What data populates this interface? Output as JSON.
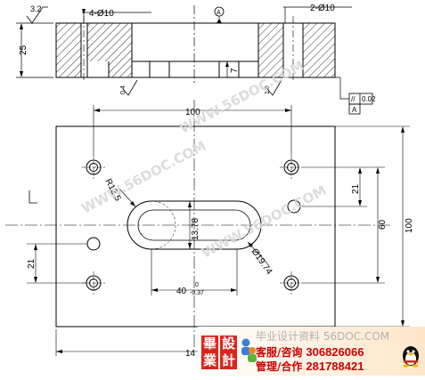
{
  "drawing": {
    "roughness_top": "3.2",
    "roughness_bottom_left": "0.4",
    "roughness_bottom_right": "1.6",
    "holes_4": "4-Ø10",
    "holes_2": "2-Ø10",
    "datum_a": "A",
    "height_25": "25",
    "depth_7": "7",
    "parallel_tol": "//",
    "parallel_value": "0.02",
    "parallel_ref": "A",
    "dim_100_top": "100",
    "dim_100_right": "100",
    "dim_60": "60",
    "dim_21_right": "21",
    "dim_21_left": "21",
    "dim_r12": "R12.5",
    "dim_1378": "13.78",
    "dim_phi1974": "Ø19.74",
    "dim_40": "40",
    "dim_40_tol_upper": "0",
    "dim_40_tol_lower": "-0.37",
    "dim_bottom": "14",
    "section_mark": "A"
  },
  "watermark": {
    "text": "WWW.56DOC.COM"
  },
  "banner": {
    "logo_chars_1": "畢業",
    "logo_chars_2": "設計",
    "site_text": "毕业设计资料 56DOC.COM",
    "service_label": "客服/咨询",
    "service_number": "306826066",
    "manage_label": "管理/合作",
    "manage_number": "281788421"
  },
  "icons": {
    "people": "people-icon",
    "penguin": "qq-penguin-icon"
  },
  "colors": {
    "line": "#000000",
    "watermark": "#d7d7d7",
    "banner_red": "#c00000",
    "logo_red": "#d9261c"
  }
}
